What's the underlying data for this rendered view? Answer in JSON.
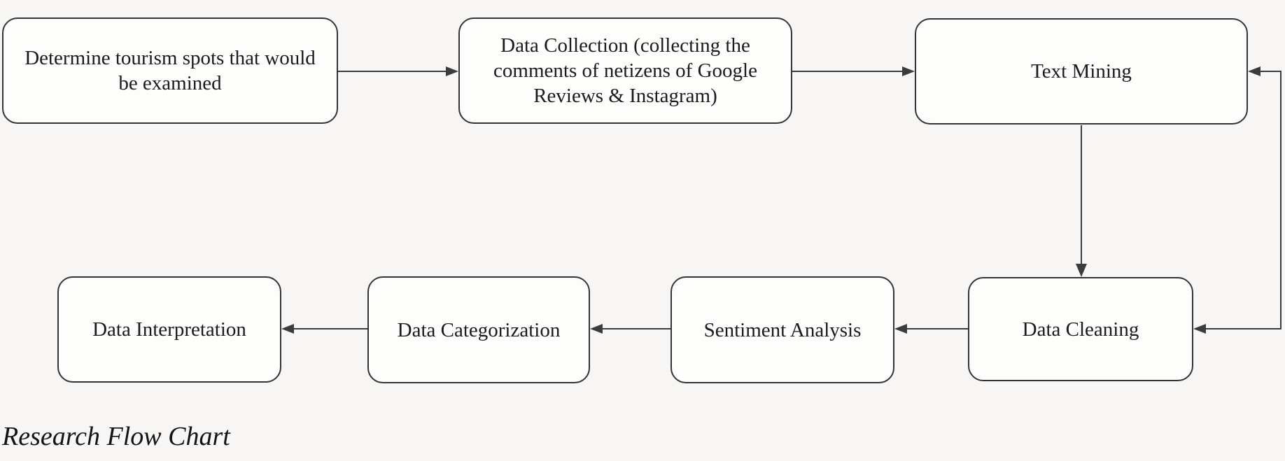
{
  "diagram": {
    "caption": "Research Flow Chart",
    "nodes": {
      "determine": {
        "label": "Determine tourism spots that would be examined"
      },
      "collection": {
        "label": "Data Collection (collecting the comments of netizens of Google Reviews & Instagram)"
      },
      "text_mining": {
        "label": "Text Mining"
      },
      "cleaning": {
        "label": "Data Cleaning"
      },
      "sentiment": {
        "label": "Sentiment Analysis"
      },
      "categorization": {
        "label": "Data Categorization"
      },
      "interpretation": {
        "label": "Data Interpretation"
      }
    },
    "flow": [
      "Determine tourism spots that would be examined -> Data Collection",
      "Data Collection -> Text Mining",
      "Text Mining -> Data Cleaning",
      "Data Cleaning -> Sentiment Analysis",
      "Sentiment Analysis -> Data Categorization",
      "Data Categorization -> Data Interpretation",
      "Right-side loop links Data Cleaning and Text Mining"
    ],
    "colors": {
      "line": "#3c3c3c",
      "box_border": "#343434",
      "box_fill": "#fdfdfc",
      "text": "#1b1b1b"
    }
  }
}
